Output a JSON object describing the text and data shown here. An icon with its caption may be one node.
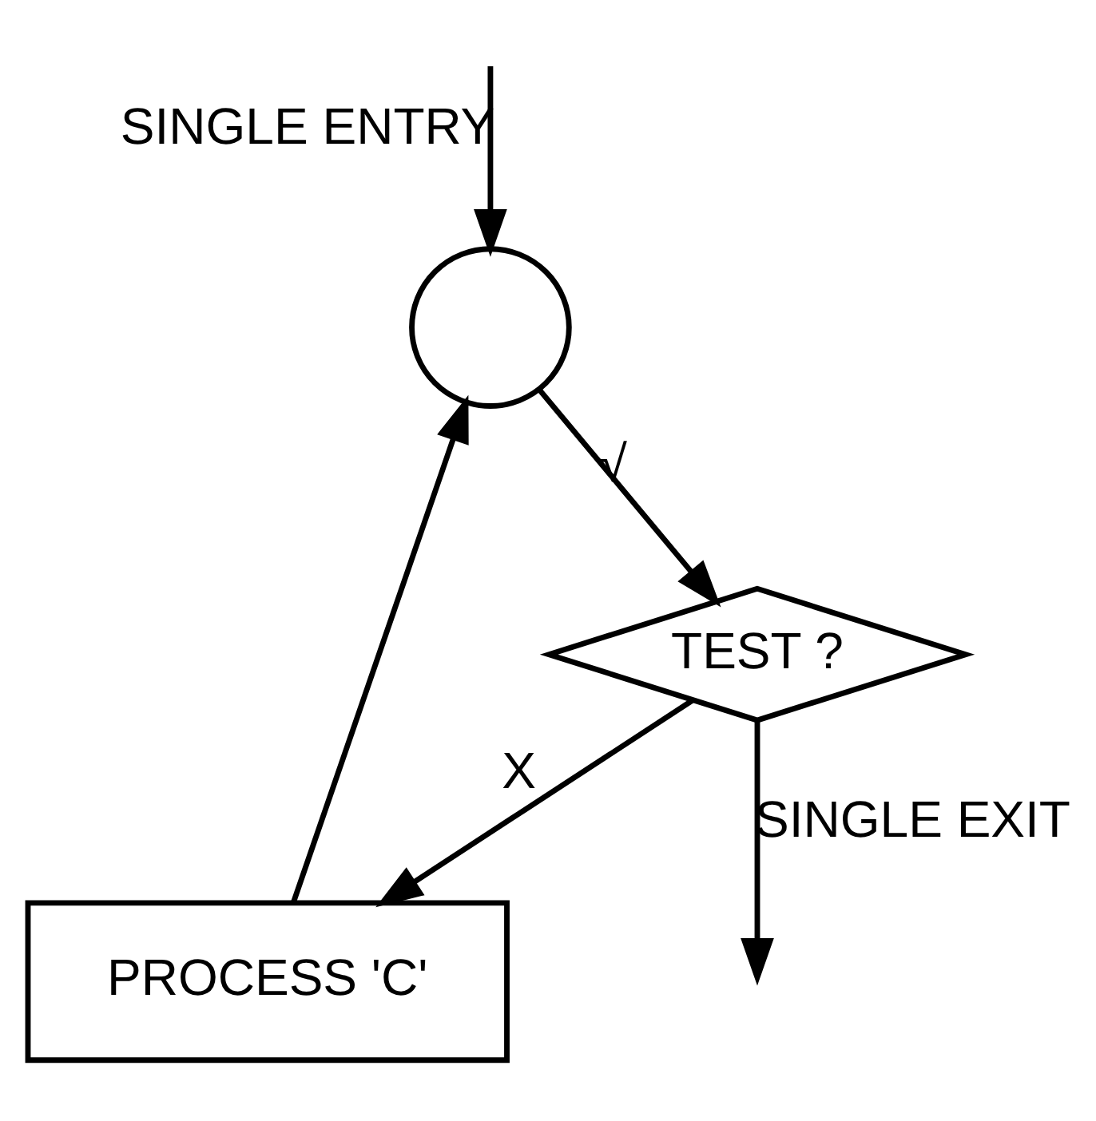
{
  "diagram": {
    "nodes": [
      {
        "text": [],
        "shape": "circle"
      },
      {
        "text": [
          "PROCESS 'C'"
        ]
      },
      {
        "text": [
          "TEST ?"
        ]
      }
    ],
    "edges": [
      {
        "from": null,
        "to": 0,
        "arrow": "to",
        "label": "SINGLE ENTRY"
      },
      {
        "from": 0,
        "to": 2,
        "arrow": "to",
        "label": "√"
      },
      {
        "from": 2,
        "to": 1,
        "arrow": "to",
        "label": "X"
      },
      {
        "from": 1,
        "to": 0,
        "arrow": "to"
      },
      {
        "from": 2,
        "to": null,
        "arrow": "to",
        "label": "SINGLE EXIT"
      }
    ]
  }
}
